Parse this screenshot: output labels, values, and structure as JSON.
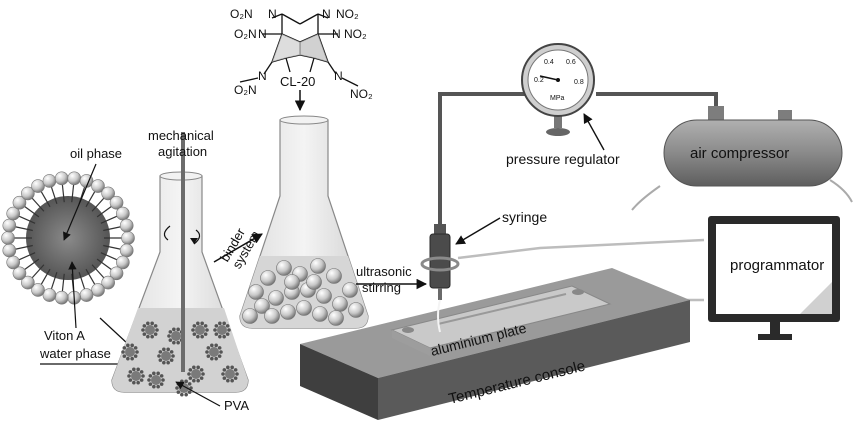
{
  "molecule": {
    "name": "CL-20",
    "nitro_groups": [
      "O₂N",
      "NO₂",
      "O₂N",
      "NO₂",
      "O₂N",
      "NO₂"
    ],
    "nitrogen": "N"
  },
  "labels": {
    "oil_phase": "oil phase",
    "viton_a": "Viton A",
    "water_phase": "water phase",
    "mechanical_line1": "mechanical",
    "mechanical_line2": "agitation",
    "binder_line1": "binder",
    "binder_line2": "system",
    "ultrasonic_line1": "ultrasonic",
    "ultrasonic_line2": "stirring",
    "pva": "PVA",
    "syringe": "syringe",
    "pressure_regulator": "pressure regulator",
    "air_compressor": "air compressor",
    "programmator": "programmator",
    "aluminium_plate": "aluminium plate",
    "temperature_console": "Temperature console"
  },
  "gauge": {
    "ticks": [
      "0.2",
      "0.4",
      "0.6",
      "0.8"
    ],
    "unit": "MPa"
  },
  "colors": {
    "background": "#ffffff",
    "glass": "#e9e9e9",
    "liquid": "#d4d4d4",
    "console": "#5a5a5a",
    "compressor": "#8a8a8a",
    "tube": "#555555"
  }
}
